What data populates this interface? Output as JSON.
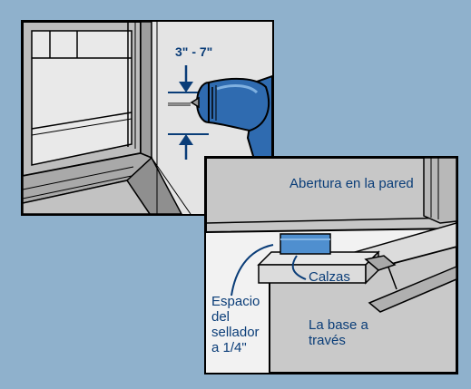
{
  "labels": {
    "gap": "3\" - 7\"",
    "wall_opening": "Abertura en la pared",
    "shims": "Calzas",
    "sealant_space": "Espacio del sellador a 1/4\"",
    "base": "La base a través"
  },
  "colors": {
    "background": "#8fb1cc",
    "label_text": "#0a3d78",
    "drill_blue": "#2f6bb0",
    "shim_blue": "#4f8fcf",
    "panel_gray": "#c9c9c9"
  }
}
